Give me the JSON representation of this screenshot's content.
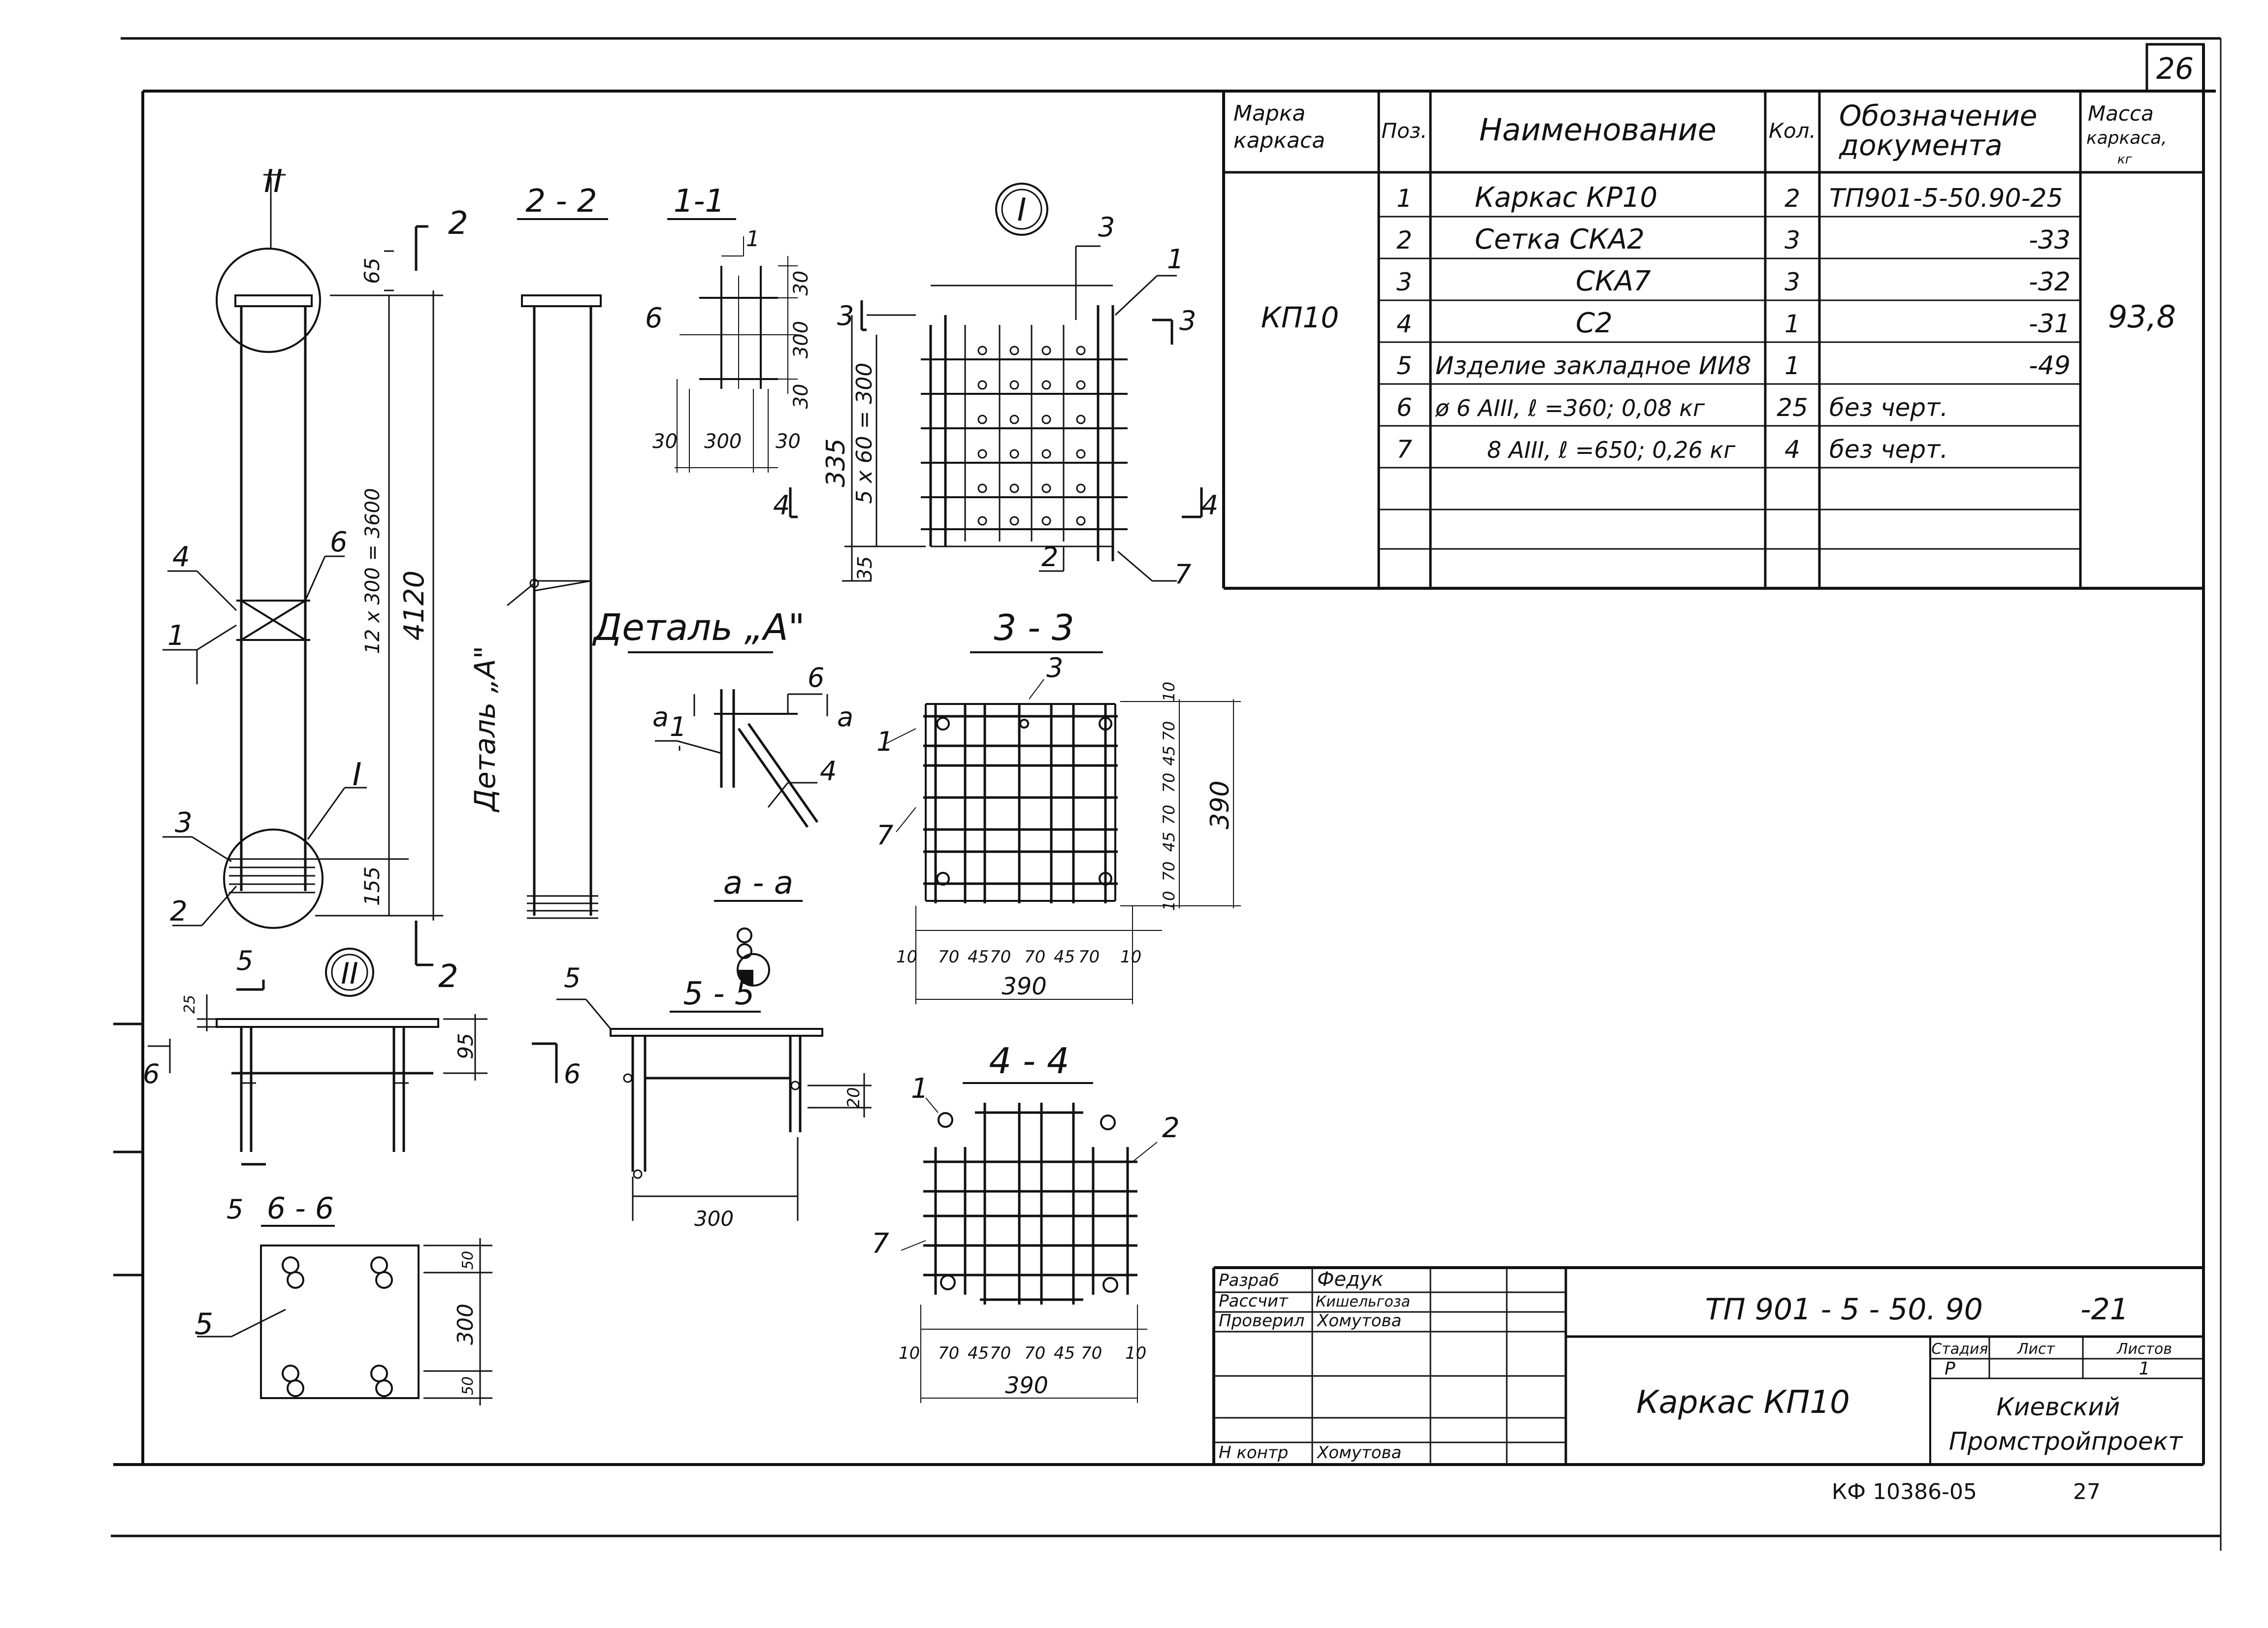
{
  "sheet": {
    "page_number": "26",
    "bottom_code": "КФ 10386-05",
    "bottom_number": "27"
  },
  "spec_table": {
    "headers": {
      "mark": [
        "Марка",
        "каркаса"
      ],
      "pos": "Поз.",
      "name": "Наименование",
      "qty": "Кол.",
      "doc": [
        "Обозначение",
        "документа"
      ],
      "mass": [
        "Масса",
        "каркаса,",
        "кг"
      ]
    },
    "mark_value": "КП10",
    "mass_value": "93,8",
    "rows": [
      {
        "pos": "1",
        "name": "Каркас  КР10",
        "qty": "2",
        "doc": "ТП901-5-50.90-25"
      },
      {
        "pos": "2",
        "name": "Сетка  СКА2",
        "qty": "3",
        "doc": "-33"
      },
      {
        "pos": "3",
        "name": "СКА7",
        "qty": "3",
        "doc": "-32"
      },
      {
        "pos": "4",
        "name": "С2",
        "qty": "1",
        "doc": "-31"
      },
      {
        "pos": "5",
        "name": "Изделие закладное ИИ8",
        "qty": "1",
        "doc": "-49"
      },
      {
        "pos": "6",
        "name": "ø 6 АIII,  ℓ =360; 0,08  кг",
        "qty": "25",
        "doc": "без черт."
      },
      {
        "pos": "7",
        "name": "8 АIII,  ℓ =650; 0,26  кг",
        "qty": "4",
        "doc": "без черт."
      }
    ]
  },
  "labels": {
    "section_2_2": "2 - 2",
    "section_1_1": "1-1",
    "node_I": "I",
    "node_II": "II",
    "detail_A": "Деталь „А\"",
    "detail_A_vertical": "Деталь „А\"",
    "section_3_3": "3 - 3",
    "section_a_a": "а - а",
    "section_5_5": "5 - 5",
    "section_4_4": "4 - 4",
    "section_6_6": "6 - 6",
    "cut_2": "2",
    "cut_3": "3",
    "cut_4": "4",
    "cut_5": "5",
    "cut_6": "6",
    "cut_a": "а"
  },
  "dimensions": {
    "elev_65": "65",
    "elev_155": "155",
    "elev_4120": "4120",
    "elev_spacing": "12 х 300 = 3600",
    "s11_30a": "30",
    "s11_300": "300",
    "s11_30b": "30",
    "s11_w30": "30",
    "s11_w300": "300",
    "s11_w30b": "30",
    "nodeI_335": "335",
    "nodeI_spacing": "5 х 60 = 300",
    "nodeI_35": "35",
    "s33_390": "390",
    "s33_390v": "390",
    "s33_bottom": [
      "10",
      "70",
      "45",
      "70",
      "70",
      "45",
      "70",
      "10"
    ],
    "s33_side": [
      "10",
      "70",
      "45",
      "70",
      "70",
      "45",
      "70",
      "10"
    ],
    "nodeII_95": "95",
    "nodeII_25": "25",
    "s55_300": "300",
    "s55_20": "20",
    "s66_300": "300",
    "s66_50a": "50",
    "s66_50b": "50",
    "s44_390": "390",
    "s44_bottom": [
      "10",
      "70",
      "45",
      "70",
      "70",
      "45",
      "70",
      "10"
    ]
  },
  "callouts": {
    "p1": "1",
    "p2": "2",
    "p3": "3",
    "p4": "4",
    "p5": "5",
    "p6": "6",
    "p7": "7"
  },
  "title_block": {
    "roles": [
      "Разраб",
      "Рассчит",
      "Проверил",
      "",
      "",
      "Н контр"
    ],
    "names": [
      "Федук",
      "Кишельгоза",
      "Хомутова",
      "",
      "",
      "Хомутова"
    ],
    "doc_code": "ТП 901 - 5 - 50. 90",
    "doc_suffix": "-21",
    "title": "Каркас   КП10",
    "stage_label": "Стадия",
    "sheet_label": "Лист",
    "sheets_label": "Листов",
    "stage_value": "Р",
    "sheets_value": "1",
    "org_line1": "Киевский",
    "org_line2": "Промстройпроект"
  }
}
